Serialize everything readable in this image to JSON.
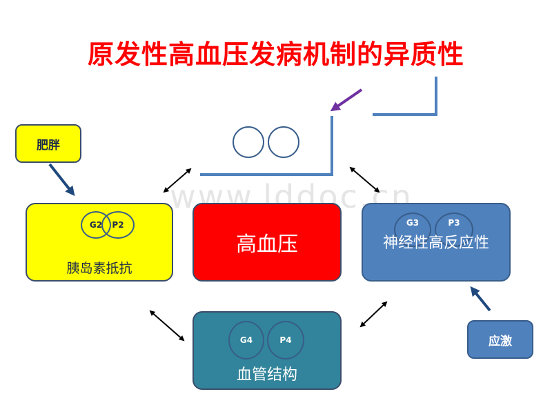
{
  "title": "原发性高血压发病机制的异质性",
  "watermark": "www.lddoc.cn",
  "center_box": {
    "label": "高血压"
  },
  "left_box": {
    "label": "胰岛素抵抗",
    "circles": [
      "G2",
      "P2"
    ]
  },
  "right_box": {
    "label": "神经性高反应性",
    "circles": [
      "G3",
      "P3"
    ]
  },
  "bottom_box": {
    "label": "血管结构",
    "circles": [
      "G4",
      "P4"
    ]
  },
  "cause_left": {
    "label": "肥胖"
  },
  "cause_right": {
    "label": "应激"
  },
  "colors": {
    "title": "#ff0000",
    "center_box": "#ff0000",
    "left_box": "#ffff00",
    "right_box": "#4f81bd",
    "bottom_box": "#31849b",
    "purple_arrow": "#7030a0",
    "blue_line": "#4f81bd",
    "dark_arrow": "#1f497d"
  }
}
